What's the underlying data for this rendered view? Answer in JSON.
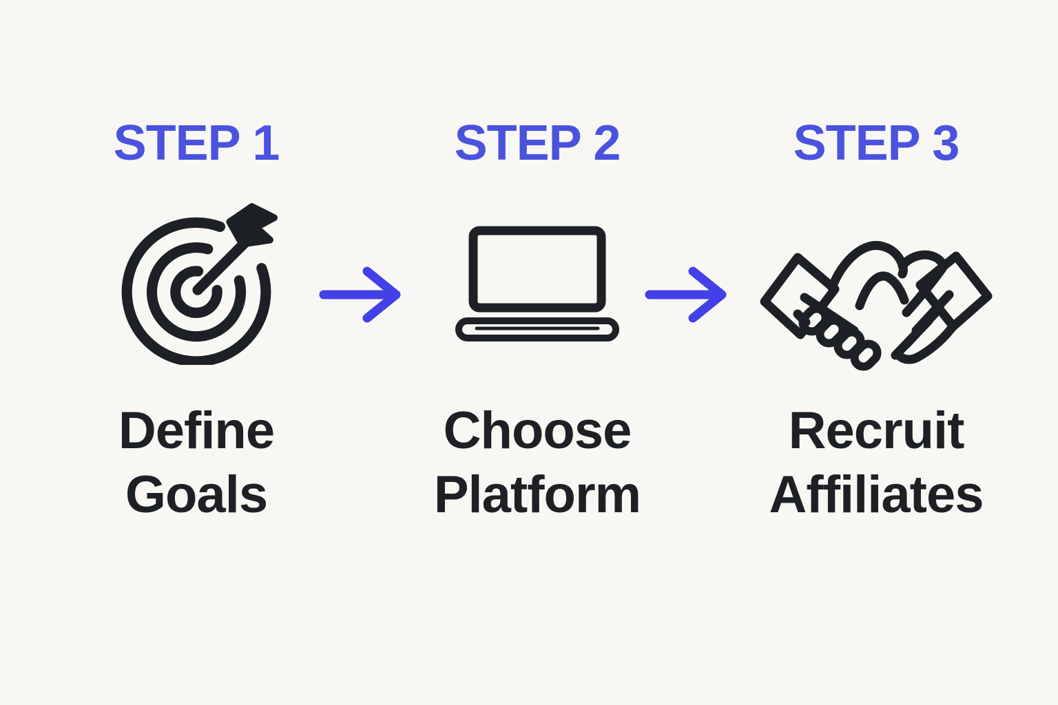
{
  "colors": {
    "background": "#f8f7f4",
    "accent": "#4a52de",
    "arrow": "#4240e6",
    "ink": "#1d2125"
  },
  "steps": [
    {
      "label": "STEP 1",
      "icon": "target-dart-icon",
      "title_line1": "Define",
      "title_line2": "Goals"
    },
    {
      "label": "STEP 2",
      "icon": "laptop-icon",
      "title_line1": "Choose",
      "title_line2": "Platform"
    },
    {
      "label": "STEP 3",
      "icon": "handshake-icon",
      "title_line1": "Recruit",
      "title_line2": "Affiliates"
    }
  ],
  "arrows": [
    {
      "icon": "arrow-right-icon"
    },
    {
      "icon": "arrow-right-icon"
    }
  ]
}
